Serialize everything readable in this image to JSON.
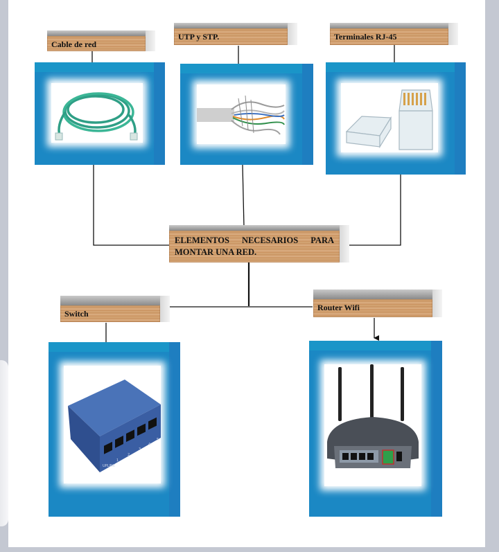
{
  "labels": {
    "cable": "Cable de red",
    "utp": "UTP y STP.",
    "terminales": "Terminales RJ-45",
    "center": "ELEMENTOS NECESARIOS PARA MONTAR UNA RED.",
    "switch": "Switch",
    "router": "Router Wifi"
  },
  "switch_ports": [
    "1",
    "2",
    "3",
    "4",
    "5"
  ],
  "switch_uplink": "UPLINK",
  "colors": {
    "wood": "#d2a06f",
    "box_blue": "#1b88c4",
    "wire": "#111111"
  }
}
